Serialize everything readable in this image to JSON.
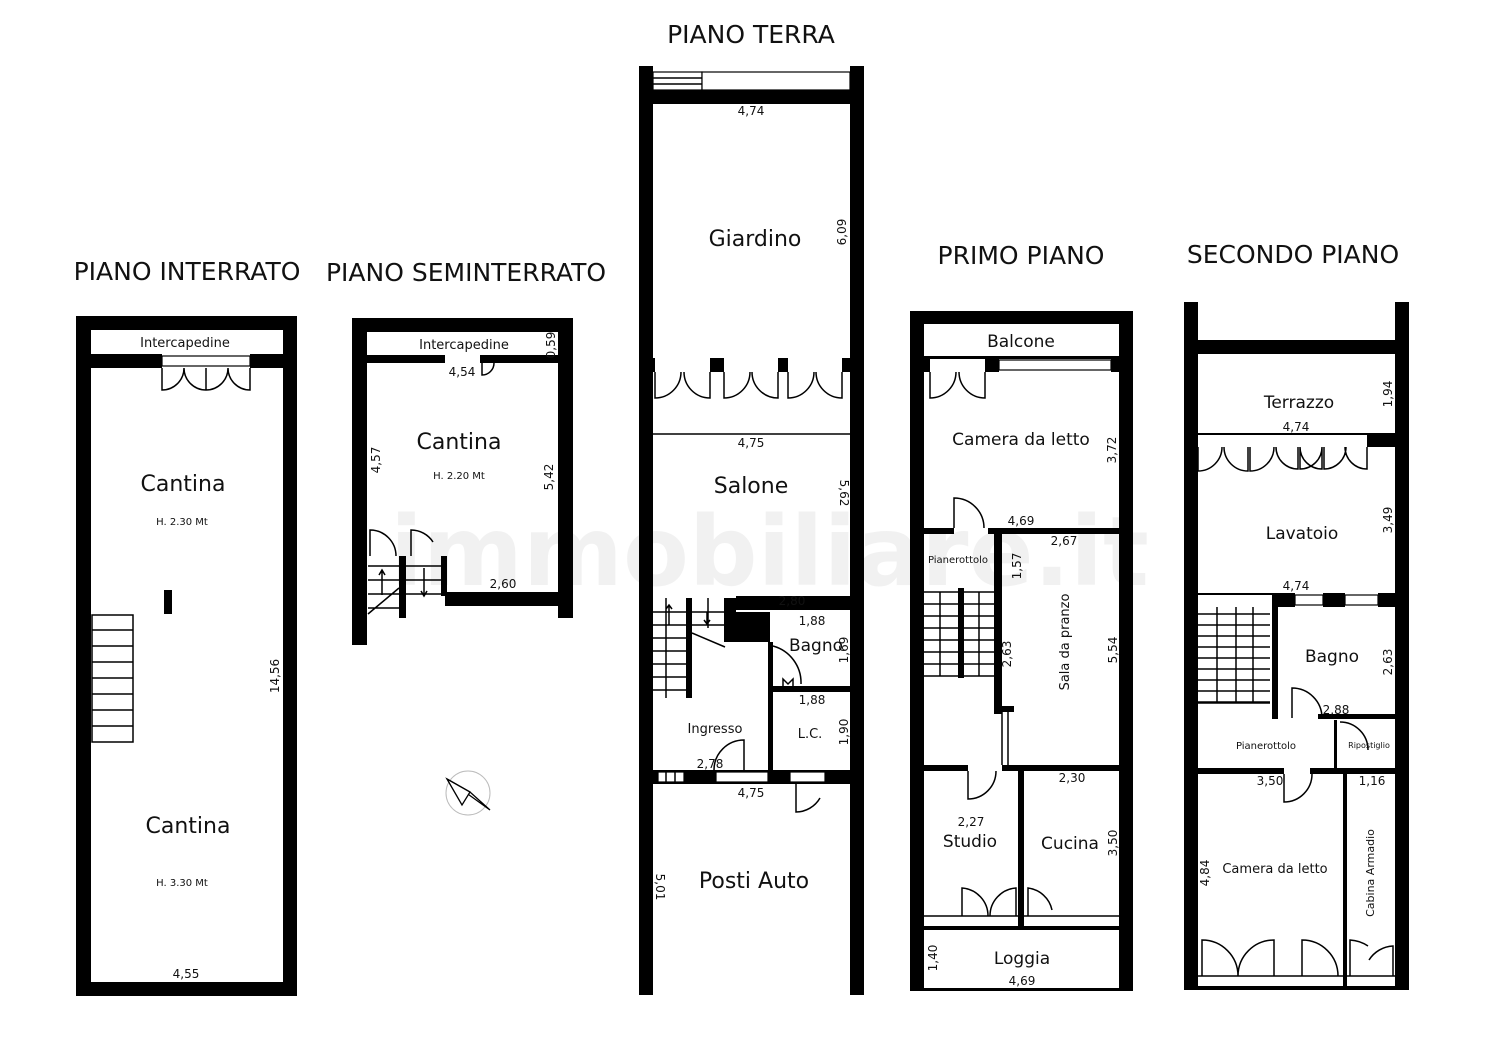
{
  "watermark": "immobiliare.it",
  "floors": {
    "interrato": {
      "title": "PIANO INTERRATO",
      "rooms": {
        "intercapedine": "Intercapedine",
        "cantina1": "Cantina",
        "cantina1_h": "H. 2.30 Mt",
        "cantina2": "Cantina",
        "cantina2_h": "H. 3.30 Mt"
      },
      "dims": {
        "height": "14,56",
        "width": "4,55"
      }
    },
    "seminterrato": {
      "title": "PIANO SEMINTERRATO",
      "rooms": {
        "intercapedine": "Intercapedine",
        "cantina": "Cantina",
        "cantina_h": "H. 2.20 Mt"
      },
      "dims": {
        "intercap_h": "0,59",
        "width_top": "4,54",
        "left": "4,57",
        "right": "5,42",
        "bottom": "2,60"
      }
    },
    "terra": {
      "title": "PIANO TERRA",
      "rooms": {
        "giardino": "Giardino",
        "salone": "Salone",
        "bagno": "Bagno",
        "ingresso": "Ingresso",
        "lc": "L.C.",
        "posti_auto": "Posti Auto"
      },
      "dims": {
        "giardino_w": "4,74",
        "giardino_h": "6,09",
        "salone_w": "4,75",
        "salone_h": "5,62",
        "salone_bottom": "2,80",
        "bagno_w": "1,88",
        "bagno_h": "1,69",
        "lc_w": "1,88",
        "lc_h": "1,90",
        "ingresso_w": "2,78",
        "posti_w": "4,75",
        "posti_h": "5,01"
      }
    },
    "primo": {
      "title": "PRIMO PIANO",
      "rooms": {
        "balcone": "Balcone",
        "camera": "Camera da letto",
        "pianerottolo": "Pianerottolo",
        "sala": "Sala da pranzo",
        "studio": "Studio",
        "cucina": "Cucina",
        "loggia": "Loggia"
      },
      "dims": {
        "camera_h": "3,72",
        "camera_w": "4,69",
        "pian_h": "1,57",
        "sala_w": "2,67",
        "sala_h": "5,54",
        "stair_h": "2,63",
        "studio_w": "2,27",
        "cucina_w": "2,30",
        "cucina_h": "3,50",
        "loggia_h": "1,40",
        "loggia_w": "4,69"
      }
    },
    "secondo": {
      "title": "SECONDO PIANO",
      "rooms": {
        "terrazzo": "Terrazzo",
        "lavatoio": "Lavatoio",
        "bagno": "Bagno",
        "pianerottolo": "Pianerottolo",
        "ripostiglio": "Ripostiglio",
        "camera": "Camera da letto",
        "cabina": "Cabina Armadio"
      },
      "dims": {
        "terrazzo_h": "1,94",
        "terrazzo_w": "4,74",
        "lavatoio_h": "3,49",
        "lavatoio_w": "4,74",
        "bagno_h": "2,63",
        "bagno_w": "2,88",
        "camera_w": "3,50",
        "camera_h": "4,84",
        "cabina_w": "1,16"
      }
    }
  },
  "compass_icon": "north-arrow-icon"
}
